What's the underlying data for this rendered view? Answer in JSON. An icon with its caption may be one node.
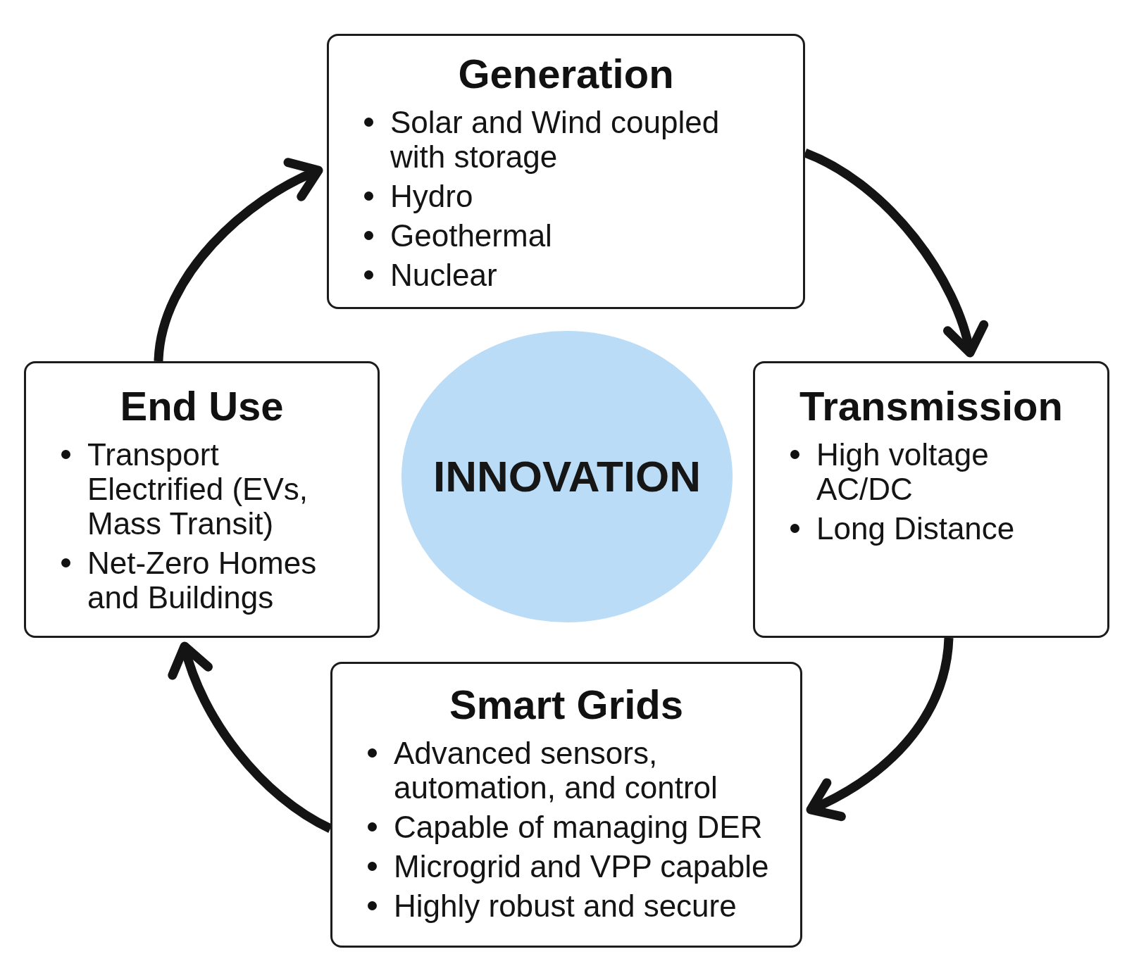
{
  "diagram": {
    "nodes": [
      {
        "text": [
          "Generation",
          "Solar and Wind coupled with storage",
          "Hydro",
          "Geothermal",
          "Nuclear"
        ]
      },
      {
        "text": [
          "End Use",
          "Transport Electrified (EVs, Mass Transit)",
          "Net-Zero Homes and Buildings"
        ]
      },
      {
        "text": [
          "INNOVATION"
        ]
      },
      {
        "text": [
          "Transmission",
          "High voltage AC/DC",
          "Long Distance"
        ]
      },
      {
        "text": [
          "Smart Grids",
          "Advanced sensors, automation, and control",
          "Capable of managing DER",
          "Microgrid and VPP capable",
          "Highly robust and secure"
        ]
      }
    ],
    "edges": [
      {
        "from": 0,
        "to": 3,
        "arrow": "to"
      },
      {
        "from": 3,
        "to": 4,
        "arrow": "to"
      },
      {
        "from": 4,
        "to": 1,
        "arrow": "to"
      },
      {
        "from": 1,
        "to": 0,
        "arrow": "to"
      }
    ]
  }
}
